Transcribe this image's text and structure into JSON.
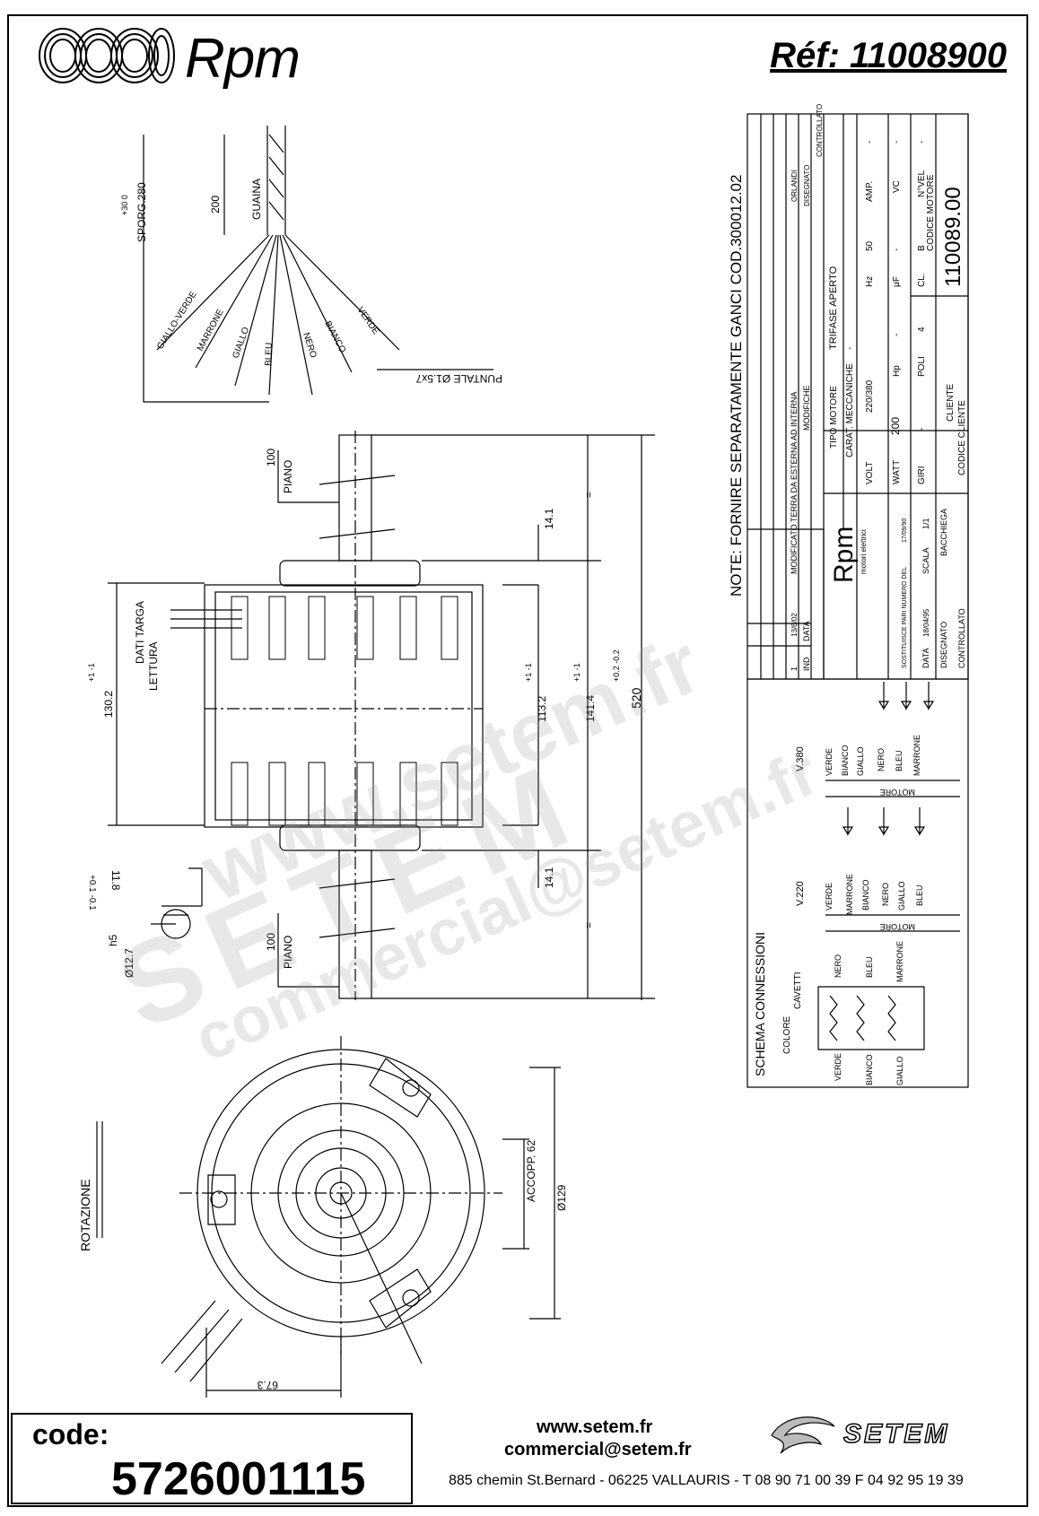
{
  "header": {
    "brand": "Rpm",
    "reference": "Réf:  11008900"
  },
  "title_block": {
    "note": "NOTE: FORNIRE SEPARATAMENTE GANCI COD.300012.02",
    "revision_index": "1",
    "revision_date": "13/6/02",
    "revision_text": "MODIFICATO TERRA DA ESTERNA AD INTERNA",
    "headers": {
      "ind": "IND",
      "data": "DATA",
      "modifiche": "MODIFICHE",
      "orlandi": "ORLANDI",
      "disegnato": "DISEGNATO",
      "controllato": "CONTROLLATO"
    },
    "motor_type_label": "TIPO MOTORE",
    "motor_type": "TRIFASE APERTO",
    "mech_label": "CARAT. MECCANICHE",
    "mech_value": "-",
    "volt_label": "VOLT",
    "volt": "220/380",
    "hz_label": "Hz",
    "hz": "50",
    "amp_label": "AMP.",
    "amp": "-",
    "watt_label": "WATT",
    "watt": "200",
    "hp_label": "Hp",
    "hp": "-",
    "uf_label": "μF",
    "uf": "-",
    "vc_label": "VC",
    "vc": "-",
    "giri_label": "GIRI",
    "giri": "-",
    "poli_label": "POLI",
    "poli": "4",
    "cl_label": "CL.",
    "cl": "B",
    "nvel_label": "N°VEL",
    "nvel": "-",
    "cliente_label": "CLIENTE",
    "codice_cliente_label": "CODICE CLIENTE",
    "codice_motore_label": "CODICE MOTORE",
    "codice_motore": "110089.00",
    "rpm_box": "Rpm",
    "rpm_sub": "motori elettrici",
    "sostituisce": "SOSTITUISCE PARI NUMERO DEL",
    "sostituisce_date": "17/09/90",
    "data_label": "DATA",
    "data_value": "18/04/95",
    "scala_label": "SCALA",
    "scala": "1/1",
    "disegnato_label": "DISEGNATO",
    "disegnato": "BACCHIEGA",
    "controllato_label": "CONTROLLATO"
  },
  "connections": {
    "title": "SCHEMA CONNESSIONI",
    "colore": "COLORE",
    "cavetti": "CAVETTI",
    "wires_top": [
      "NERO",
      "BLEU",
      "MARRONE"
    ],
    "wires_bottom": [
      "VERDE",
      "BIANCO",
      "GIALLO"
    ],
    "v220": "V.220",
    "v220_wires": [
      "VERDE",
      "MARRONE",
      "BIANCO",
      "NERO",
      "GIALLO",
      "BLEU"
    ],
    "v380": "V.380",
    "v380_wires": [
      "VERDE",
      "BIANCO",
      "GIALLO",
      "NERO",
      "BLEU",
      "MARRONE"
    ],
    "motore": "MOTORE"
  },
  "drawing": {
    "sporg": "SPORG.280",
    "sporg_tol": "+30 0",
    "guaina": "GUAINA",
    "guaina_len": "200",
    "wires": [
      "GIALLO-VERDE",
      "MARRONE",
      "GIALLO",
      "BLEU",
      "NERO",
      "BIANCO",
      "VERDE"
    ],
    "puntale": "PUNTALE Ø1.5x7",
    "piano": "PIANO",
    "piano_len": "100",
    "dim_141": "14.1",
    "dim_1302": "130.2",
    "dim_1132": "113.2",
    "dim_1414": "141.4",
    "dim_520": "520",
    "tol_pm1": "+1 -1",
    "tol_02": "+0.2 -0.2",
    "eq": "=",
    "dati_targa": "DATI TARGA",
    "lettura": "LETTURA",
    "h5": "h5",
    "d127": "Ø12.7",
    "dim_118": "11.8",
    "tol_01": "+0.1 -0.1",
    "rotazione": "ROTAZIONE",
    "accopp": "ACCOPP. 62",
    "d129": "Ø129",
    "dim_673": "67.3"
  },
  "watermark": {
    "line1": "www.setem.fr",
    "line2": "SETEM",
    "line3": "commercial@setem.fr"
  },
  "footer": {
    "code_label": "code:",
    "code": "5726001115",
    "web": "www.setem.fr",
    "email": "commercial@setem.fr",
    "address": "885 chemin St.Bernard  -  06225 VALLAURIS  -  T 08 90 71 00 39   F 04 92 95 19 39",
    "setem_logo": "SETEM"
  }
}
